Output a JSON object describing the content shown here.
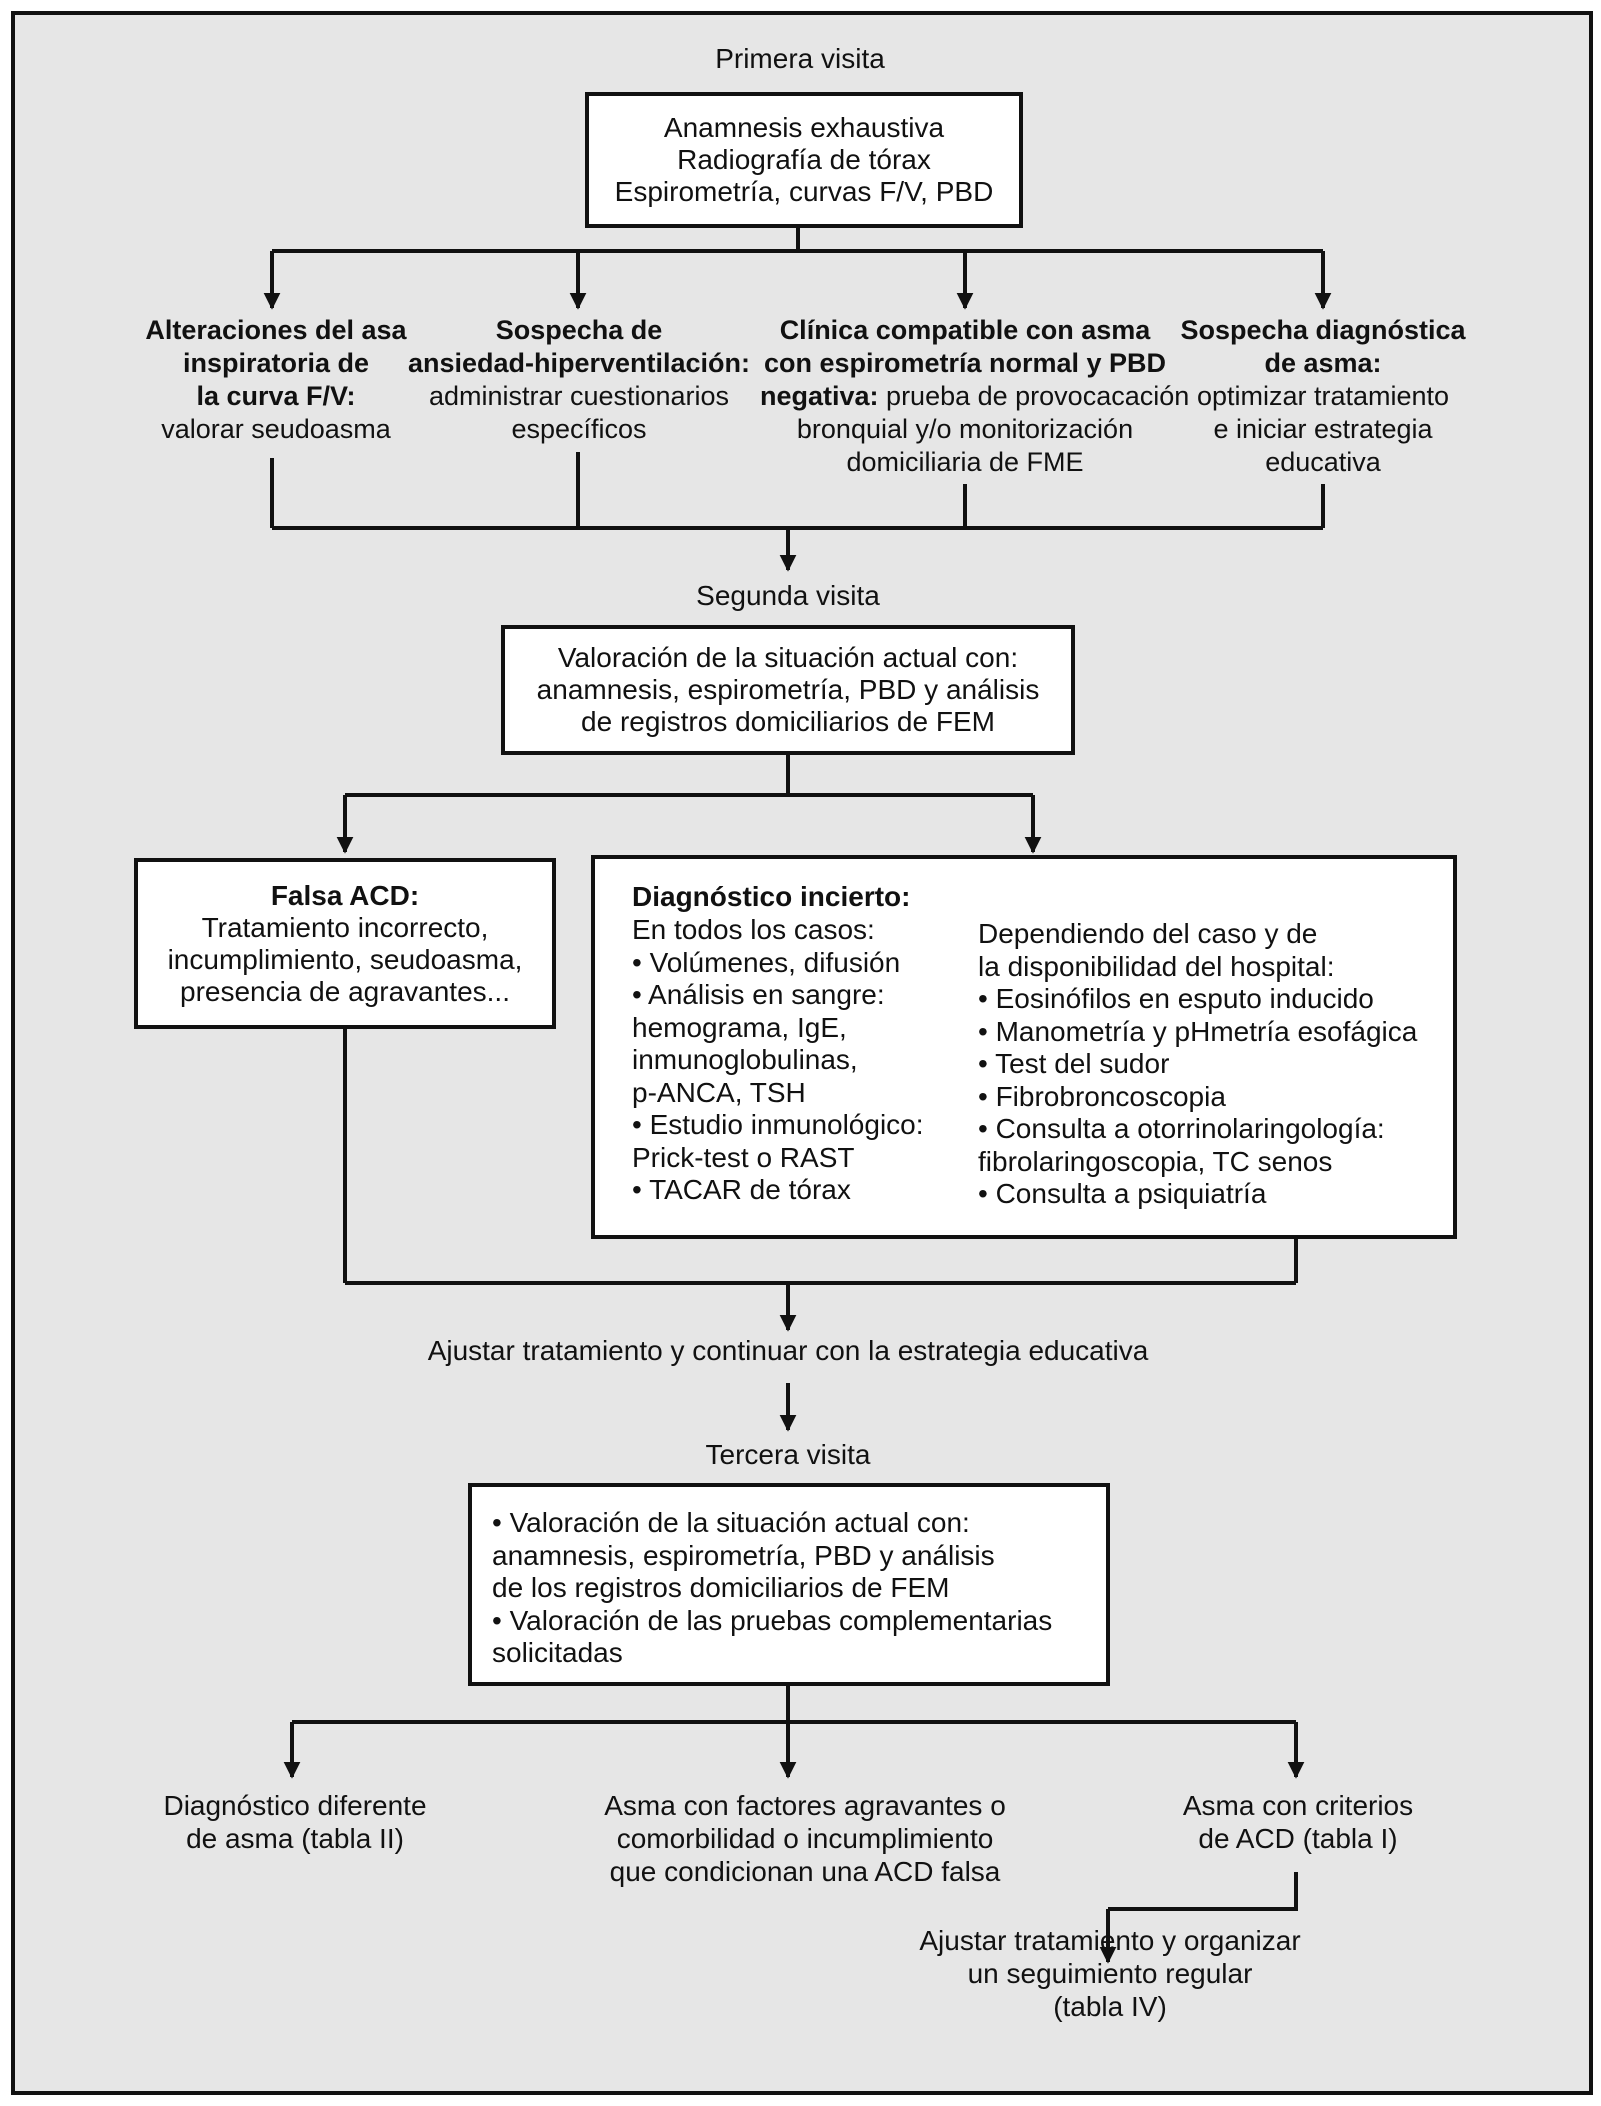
{
  "visit1": {
    "label": "Primera visita",
    "box_lines": [
      "Anamnesis exhaustiva",
      "Radiografía de tórax",
      "Espirometría, curvas F/V, PBD"
    ]
  },
  "branches1": [
    {
      "bold_lines": [
        "Alteraciones del asa",
        "inspiratoria de",
        "la curva F/V:"
      ],
      "normal_lines": [
        "valorar seudoasma"
      ]
    },
    {
      "bold_lines": [
        "Sospecha de",
        "ansiedad-hiperventilación:"
      ],
      "normal_lines": [
        "administrar cuestionarios",
        "específicos"
      ]
    },
    {
      "bold_lines": [
        "Clínica compatible con asma",
        "con espirometría normal y PBD"
      ],
      "mixed_bold": "negativa:",
      "mixed_normal": " prueba de provocacación",
      "normal_lines": [
        "bronquial y/o monitorización",
        "domiciliaria de FME"
      ]
    },
    {
      "bold_lines": [
        "Sospecha diagnóstica",
        "de asma:"
      ],
      "normal_lines": [
        "optimizar tratamiento",
        "e iniciar estrategia",
        "educativa"
      ]
    }
  ],
  "visit2": {
    "label": "Segunda visita",
    "box_lines": [
      "Valoración de la situación actual con:",
      "anamnesis, espirometría, PBD y análisis",
      "de registros domiciliarios de FEM"
    ]
  },
  "falsa": {
    "title": "Falsa ACD:",
    "lines": [
      "Tratamiento incorrecto,",
      "incumplimiento, seudoasma,",
      "presencia de agravantes..."
    ]
  },
  "incierto": {
    "title": "Diagnóstico incierto:",
    "left_lines": [
      "En todos los casos:",
      "• Volúmenes, difusión",
      "• Análisis en sangre:",
      "hemograma, IgE,",
      "inmunoglobulinas,",
      "p-ANCA, TSH",
      "• Estudio inmunológico:",
      "Prick-test o RAST",
      "• TACAR de tórax"
    ],
    "right_lines": [
      "Dependiendo del caso y de",
      "la disponibilidad del hospital:",
      "• Eosinófilos en esputo inducido",
      "• Manometría y pHmetría esofágica",
      "• Test del sudor",
      "• Fibrobroncoscopia",
      "• Consulta a otorrinolaringología:",
      "fibrolaringoscopia, TC senos",
      "• Consulta a psiquiatría"
    ]
  },
  "ajustar1": "Ajustar tratamiento y continuar con la estrategia educativa",
  "visit3": {
    "label": "Tercera visita",
    "box_lines": [
      "• Valoración de la situación actual con:",
      "anamnesis, espirometría, PBD y análisis",
      "de los registros domiciliarios de FEM",
      "• Valoración de las pruebas complementarias",
      "solicitadas"
    ]
  },
  "outcomes": [
    {
      "lines": [
        "Diagnóstico diferente",
        "de asma (tabla II)"
      ]
    },
    {
      "lines": [
        "Asma con factores agravantes o",
        "comorbilidad o incumplimiento",
        "que condicionan una ACD falsa"
      ]
    },
    {
      "lines": [
        "Asma con criterios",
        "de ACD (tabla I)"
      ]
    }
  ],
  "final": {
    "lines": [
      "Ajustar tratamiento y organizar",
      "un seguimiento regular",
      "(tabla IV)"
    ]
  }
}
